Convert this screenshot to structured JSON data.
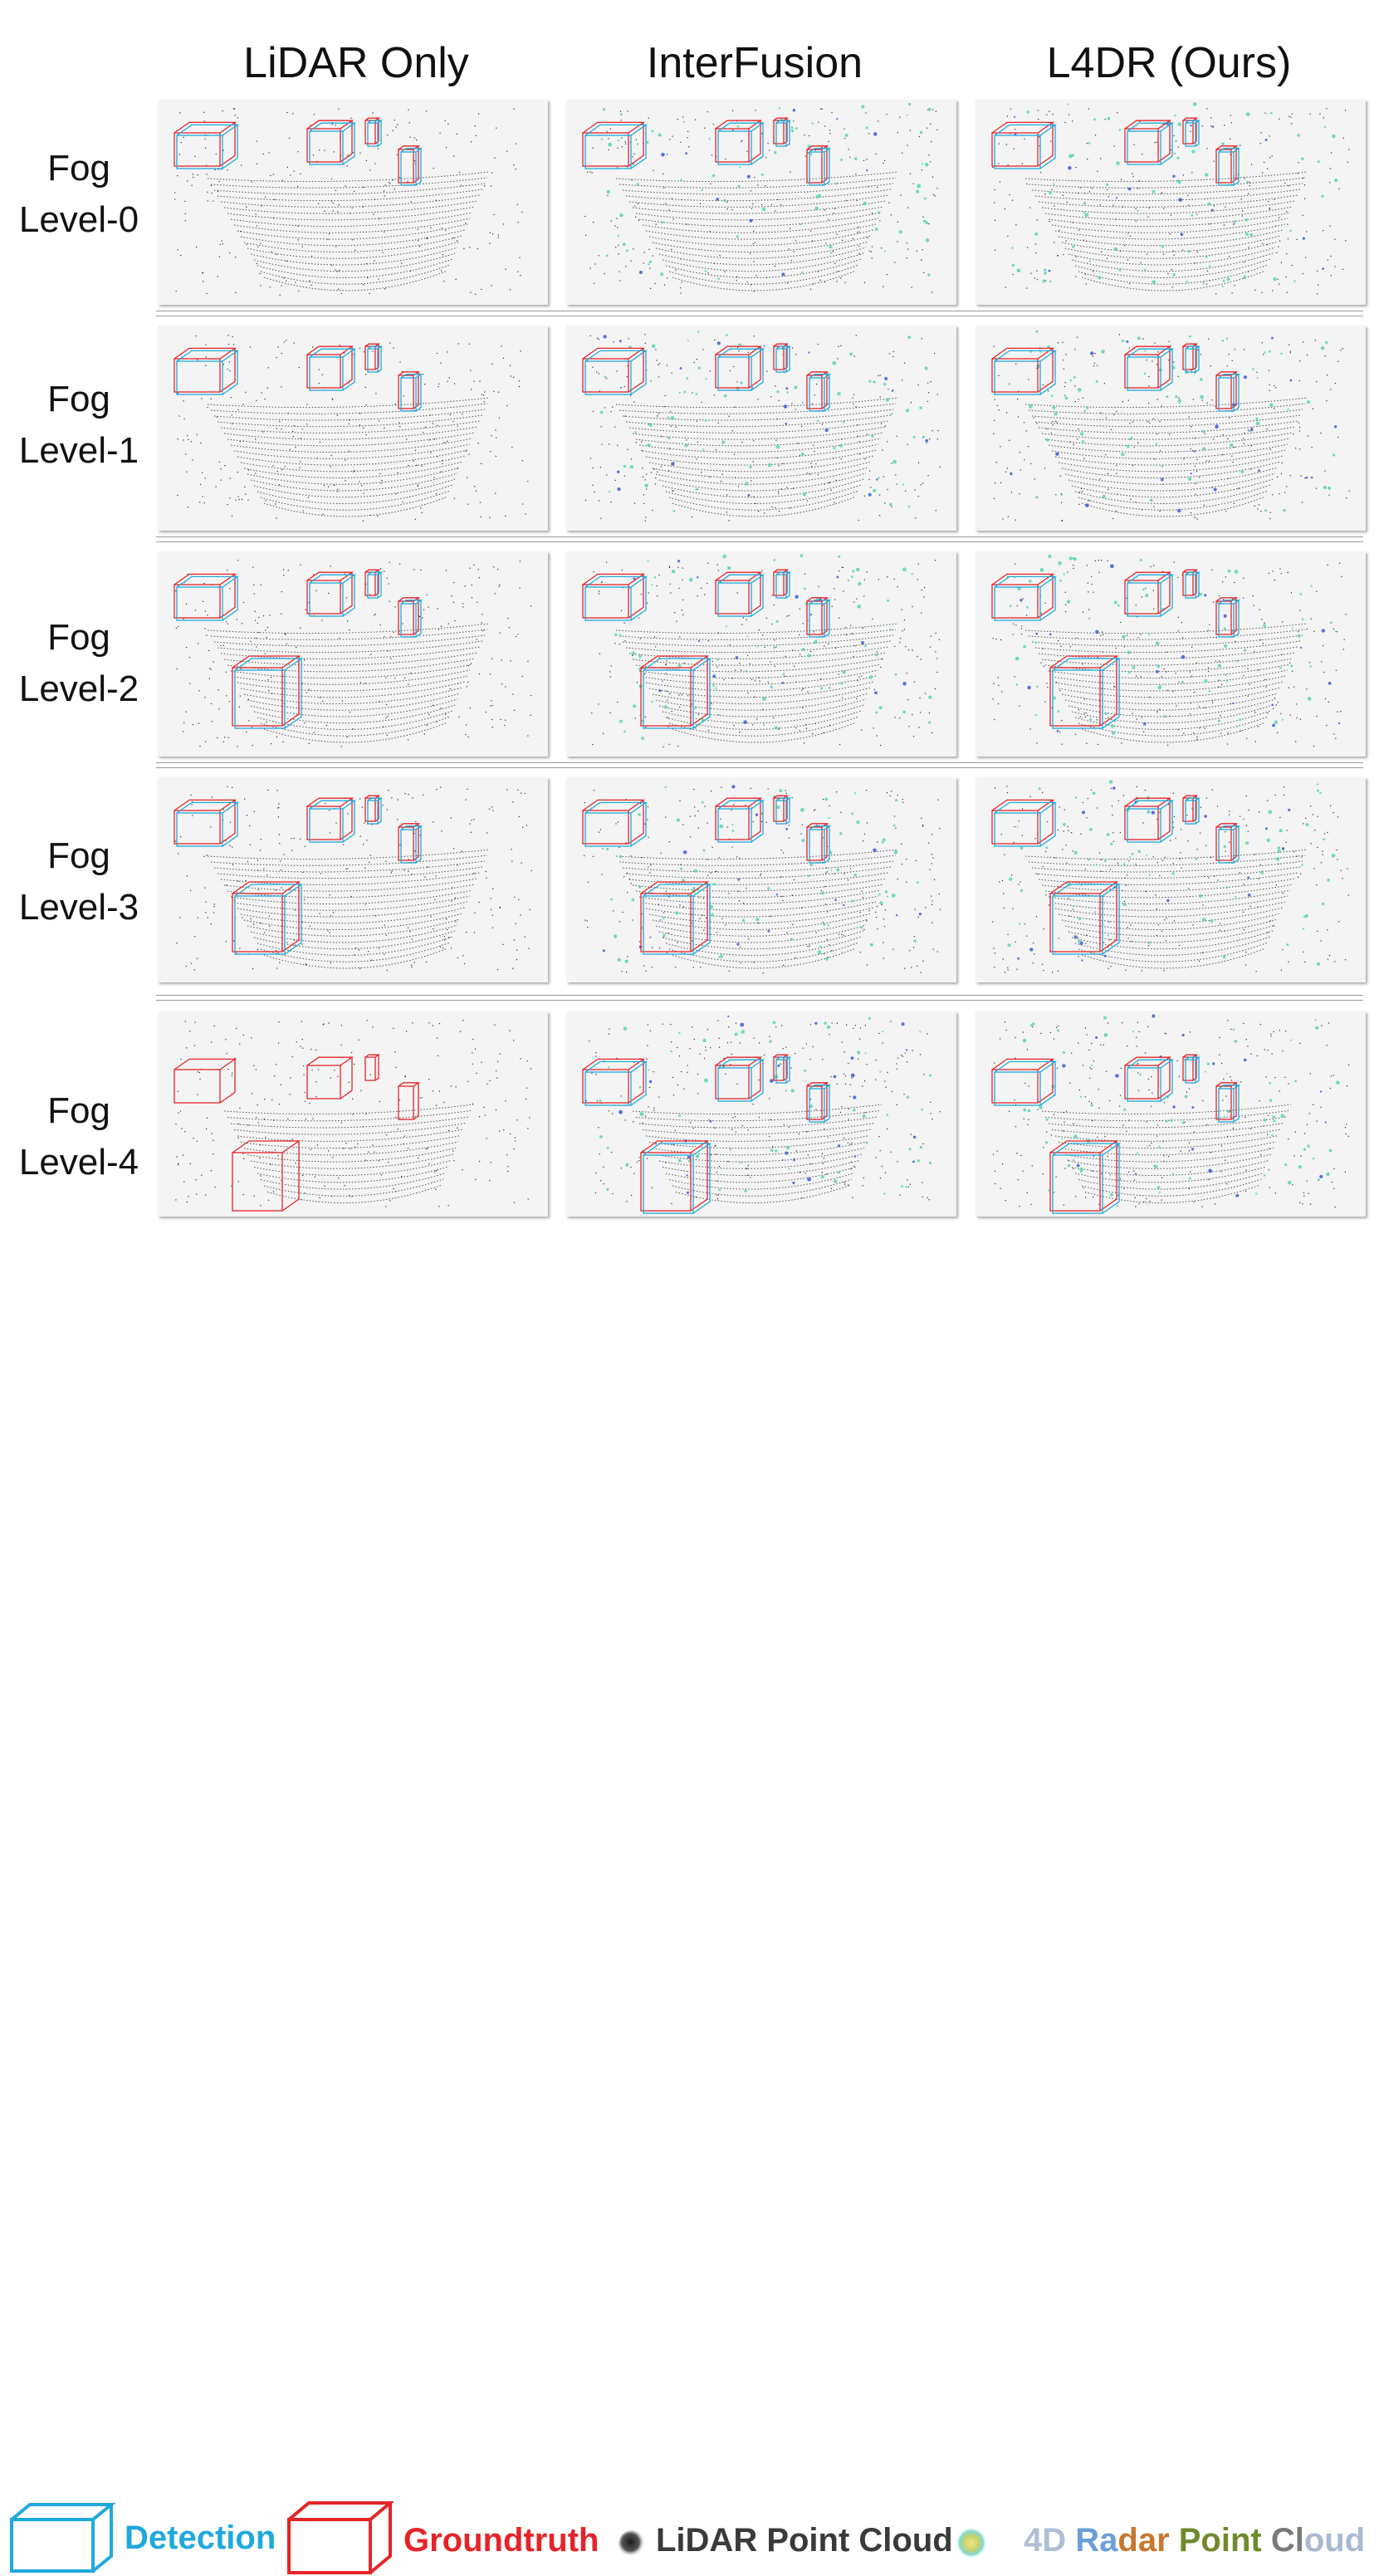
{
  "columns": [
    "LiDAR Only",
    "InterFusion",
    "L4DR (Ours)"
  ],
  "rows": [
    {
      "line1": "Fog",
      "line2": "Level-0"
    },
    {
      "line1": "Fog",
      "line2": "Level-1"
    },
    {
      "line1": "Fog",
      "line2": "Level-2"
    },
    {
      "line1": "Fog",
      "line2": "Level-3"
    },
    {
      "line1": "Fog",
      "line2": "Level-4"
    }
  ],
  "legend": {
    "detection": "Detection",
    "groundtruth": "Groundtruth",
    "lidar": "LiDAR Point Cloud",
    "radar": "4D Radar Point Cloud"
  },
  "colors": {
    "detection": "#1fa9dd",
    "groundtruth": "#e52428",
    "lidar": "#2b2b2b",
    "radar_low": "#59d6b0",
    "radar_high": "#3b5bd8",
    "panel_bg": "#f4f4f4"
  }
}
